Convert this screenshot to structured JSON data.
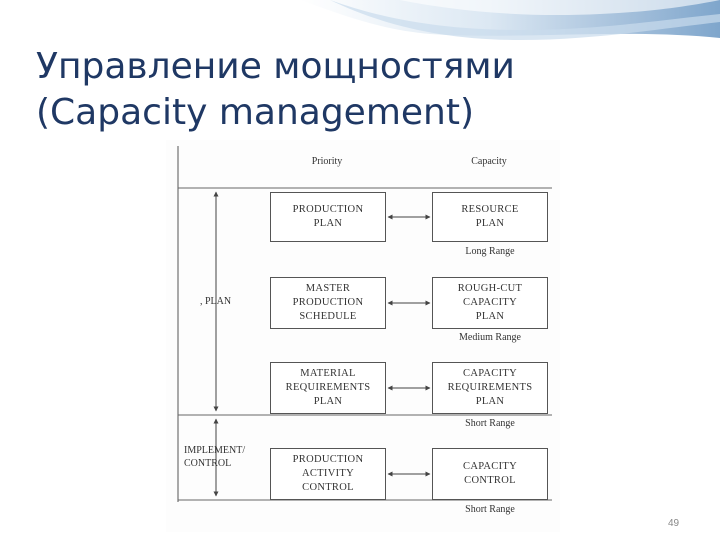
{
  "slide": {
    "title_line1": "Управление мощностями",
    "title_line2": "(Capacity management)",
    "page_number": "49",
    "title_color": "#1f3864"
  },
  "diagram": {
    "column_headers": {
      "priority": "Priority",
      "capacity": "Capacity"
    },
    "side_labels": {
      "plan": ", PLAN",
      "implement_control": "IMPLEMENT/\nCONTROL"
    },
    "priority_boxes": [
      "PRODUCTION\nPLAN",
      "MASTER\nPRODUCTION\nSCHEDULE",
      "MATERIAL\nREQUIREMENTS\nPLAN",
      "PRODUCTION\nACTIVITY\nCONTROL"
    ],
    "capacity_boxes": [
      "RESOURCE\nPLAN",
      "ROUGH-CUT\nCAPACITY\nPLAN",
      "CAPACITY\nREQUIREMENTS\nPLAN",
      "CAPACITY\nCONTROL"
    ],
    "ranges": [
      "Long Range",
      "Medium Range",
      "Short Range",
      "Short Range"
    ]
  }
}
